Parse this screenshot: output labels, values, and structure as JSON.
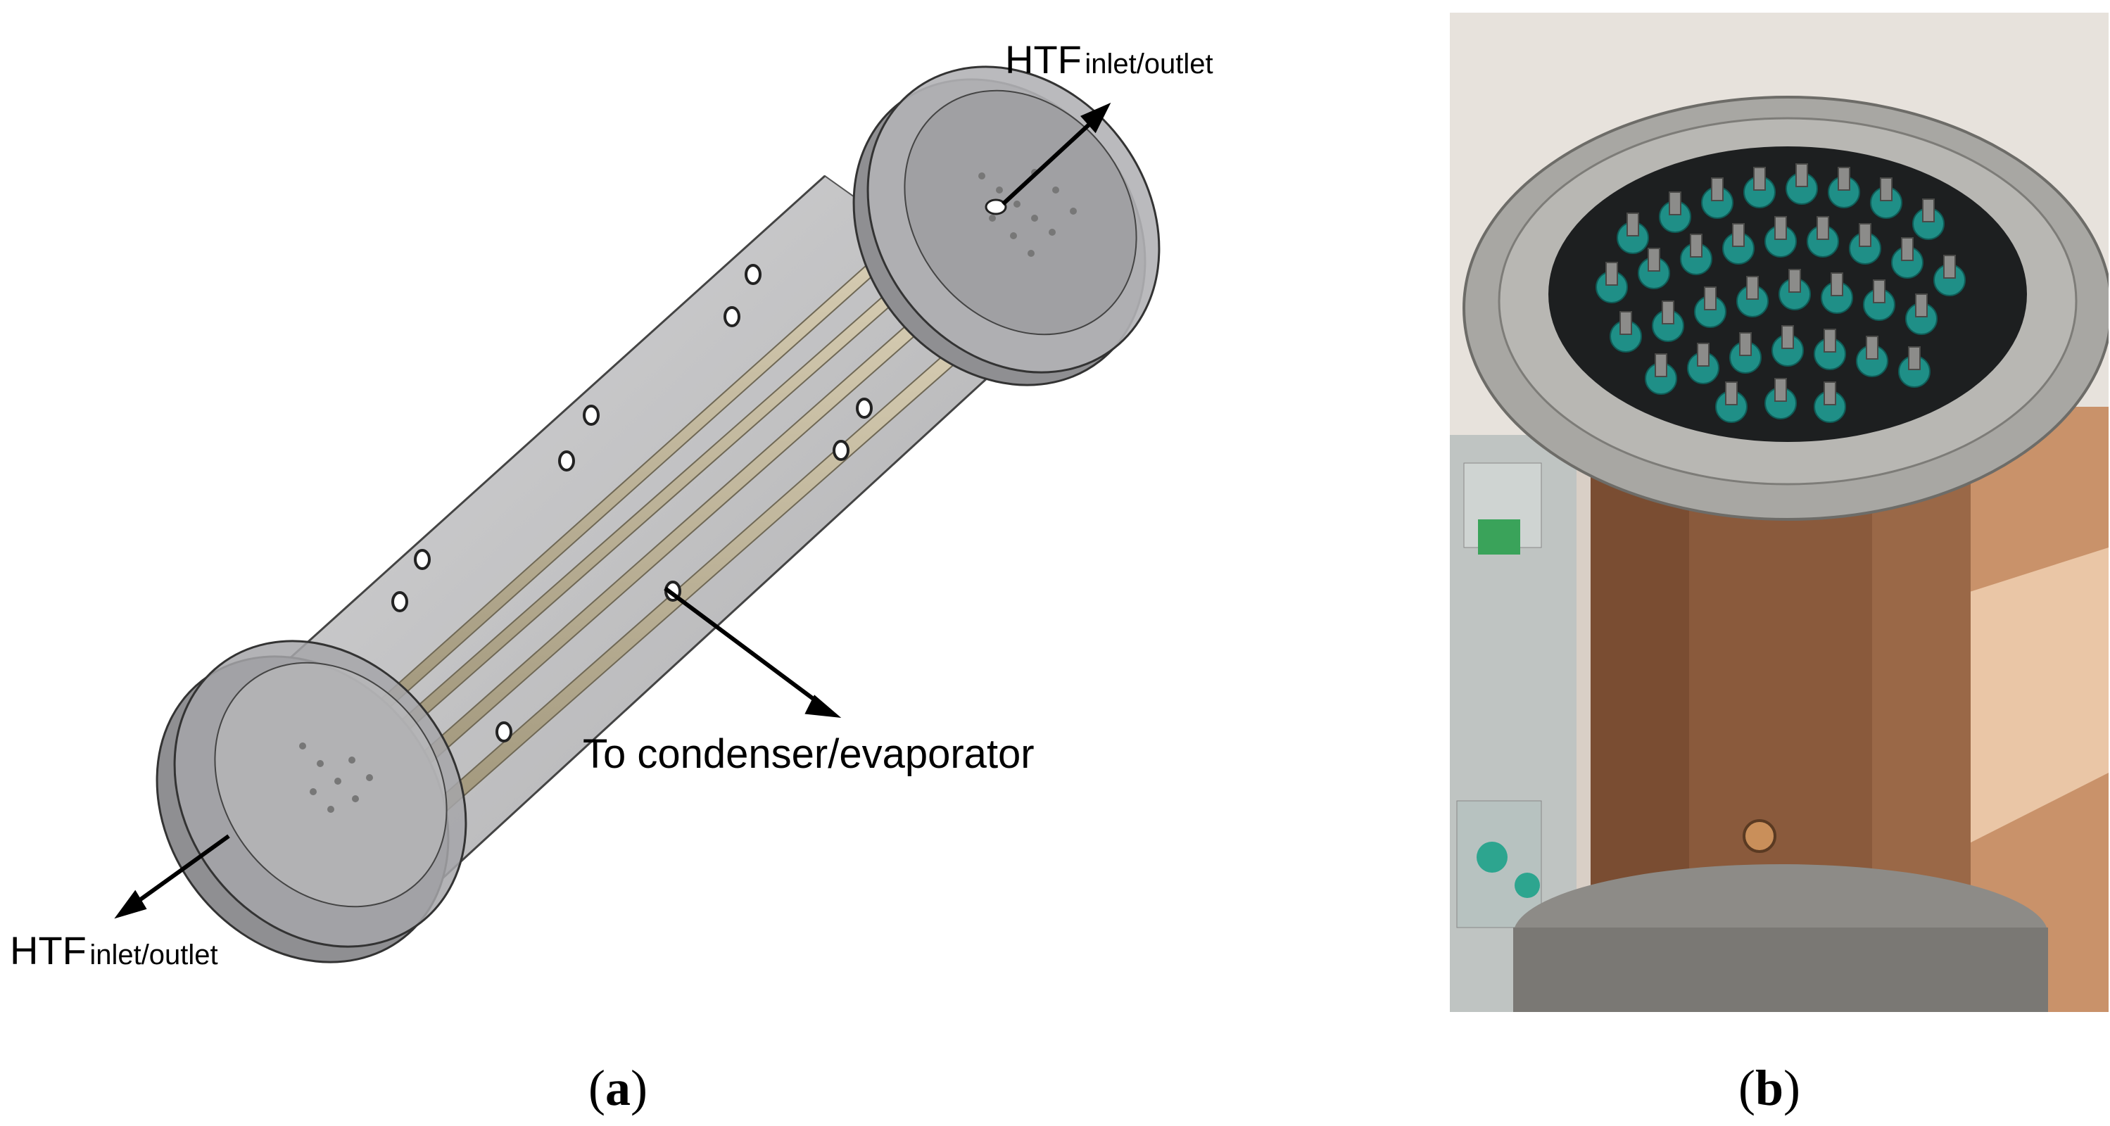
{
  "panel_a": {
    "htf_top": {
      "main": "HTF",
      "sub": "inlet/outlet"
    },
    "htf_bottom": {
      "main": "HTF",
      "sub": "inlet/outlet"
    },
    "condenser_label": "To condenser/evaporator",
    "caption": {
      "open": "(",
      "letter": "a",
      "close": ")"
    }
  },
  "panel_b": {
    "caption": {
      "open": "(",
      "letter": "b",
      "close": ")"
    }
  },
  "colors": {
    "cylinder_body": "#b5b5b7",
    "flange": "#8f8f92",
    "tubes": "#b8ad92",
    "copper": "#8a5a3c",
    "fins": "#1f8f87"
  }
}
